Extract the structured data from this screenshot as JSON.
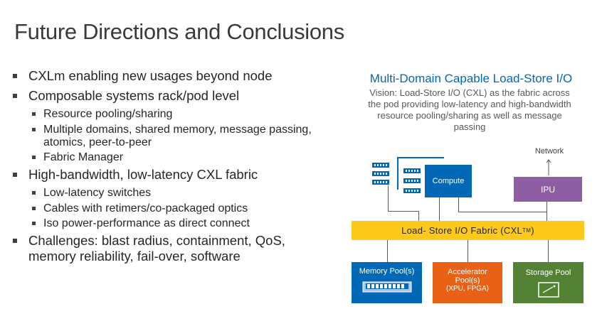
{
  "slide": {
    "title": "Future Directions and Conclusions",
    "bullets": [
      {
        "text": "CXLm enabling new usages beyond node",
        "subs": []
      },
      {
        "text": "Composable systems rack/pod level",
        "subs": [
          "Resource pooling/sharing",
          "Multiple domains, shared memory, message passing, atomics, peer-to-peer",
          "Fabric Manager"
        ]
      },
      {
        "text": "High-bandwidth, low-latency CXL fabric",
        "subs": [
          "Low-latency switches",
          "Cables with retimers/co-packaged optics",
          "Iso power-performance as direct connect"
        ]
      },
      {
        "text": "Challenges: blast radius, containment, QoS, memory reliability, fail-over, software",
        "subs": []
      }
    ]
  },
  "diagram": {
    "title": "Multi-Domain Capable Load-Store I/O",
    "vision": "Vision: Load-Store I/O (CXL) as the fabric across the pod providing low-latency and high-bandwidth resource pooling/sharing as well as message passing",
    "network_label": "Network",
    "ipu_label": "IPU",
    "compute_label": "Compute",
    "fabric_label": "Load- Store  I/O  Fabric  (CXL",
    "fabric_tm": "TM",
    "fabric_close": ")",
    "pools": {
      "memory": "Memory Pool(s)",
      "accelerator": "Accelerator Pool(s)",
      "accelerator_sub": "(XPU,  FPGA)",
      "storage": "Storage Pool"
    },
    "colors": {
      "blue": "#0068b5",
      "purple": "#8f5da2",
      "yellow": "#fec91b",
      "orange": "#e96115",
      "green": "#548235"
    },
    "icons": [
      "server-rack-icon",
      "memory-module-icon",
      "storage-drive-icon",
      "arrow-up-icon"
    ]
  }
}
